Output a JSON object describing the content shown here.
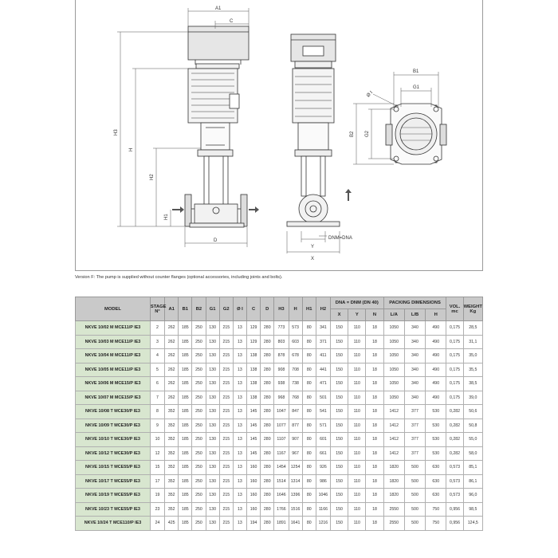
{
  "drawing": {
    "dimension_labels": {
      "A1": "A1",
      "C": "C",
      "H3": "H3",
      "H": "H",
      "H2": "H2",
      "H1": "H1",
      "D": "D",
      "Y": "Y",
      "X": "X",
      "DNM": "DNM=DNA",
      "B1": "B1",
      "G1": "G1",
      "B2": "B2",
      "G2": "G2",
      "OI": "Ø I"
    }
  },
  "note": "Version F: The pump is supplied without counter flanges (optional accessories, including joints and bolts).",
  "table": {
    "header_top": {
      "model": "MODEL",
      "stage": "STAGE N°",
      "dims": [
        "A1",
        "B1",
        "B2",
        "G1",
        "G2",
        "Ø I",
        "C",
        "D",
        "H3",
        "H",
        "H1",
        "H2"
      ],
      "dna": "DNA = DNM (DN 40)",
      "packing": "PACKING DIMENSIONS",
      "vol": "VOL. mc",
      "weight": "WEIGHT Kg"
    },
    "header_sub": {
      "dna": [
        "X",
        "Y",
        "N"
      ],
      "packing": [
        "L/A",
        "L/B",
        "H"
      ]
    },
    "rows": [
      [
        "NKVE 10/02 M MCE11/P IE3",
        "2",
        "262",
        "185",
        "250",
        "130",
        "215",
        "13",
        "129",
        "280",
        "773",
        "573",
        "80",
        "341",
        "150",
        "110",
        "18",
        "1050",
        "340",
        "490",
        "0,175",
        "28,5"
      ],
      [
        "NKVE 10/03 M MCE11/P IE3",
        "3",
        "262",
        "185",
        "250",
        "130",
        "215",
        "13",
        "129",
        "280",
        "803",
        "603",
        "80",
        "371",
        "150",
        "110",
        "18",
        "1050",
        "340",
        "490",
        "0,175",
        "31,1"
      ],
      [
        "NKVE 10/04 M MCE11/P IE3",
        "4",
        "262",
        "185",
        "250",
        "130",
        "215",
        "13",
        "138",
        "280",
        "878",
        "678",
        "80",
        "411",
        "150",
        "110",
        "18",
        "1050",
        "340",
        "490",
        "0,175",
        "35,0"
      ],
      [
        "NKVE 10/05 M MCE11/P IE3",
        "5",
        "262",
        "185",
        "250",
        "130",
        "215",
        "13",
        "138",
        "280",
        "908",
        "708",
        "80",
        "441",
        "150",
        "110",
        "18",
        "1050",
        "340",
        "490",
        "0,175",
        "35,5"
      ],
      [
        "NKVE 10/06 M MCE15/P IE3",
        "6",
        "262",
        "185",
        "250",
        "130",
        "215",
        "13",
        "138",
        "280",
        "938",
        "738",
        "80",
        "471",
        "150",
        "110",
        "18",
        "1050",
        "340",
        "490",
        "0,175",
        "38,5"
      ],
      [
        "NKVE 10/07 M MCE15/P IE3",
        "7",
        "262",
        "185",
        "250",
        "130",
        "215",
        "13",
        "138",
        "280",
        "968",
        "768",
        "80",
        "501",
        "150",
        "110",
        "18",
        "1050",
        "340",
        "490",
        "0,175",
        "39,0"
      ],
      [
        "NKVE 10/08 T MCE30/P IE3",
        "8",
        "352",
        "185",
        "250",
        "130",
        "215",
        "13",
        "145",
        "280",
        "1047",
        "847",
        "80",
        "541",
        "150",
        "110",
        "18",
        "1412",
        "377",
        "530",
        "0,282",
        "50,6"
      ],
      [
        "NKVE 10/09 T MCE30/P IE3",
        "9",
        "352",
        "185",
        "250",
        "130",
        "215",
        "13",
        "145",
        "280",
        "1077",
        "877",
        "80",
        "571",
        "150",
        "110",
        "18",
        "1412",
        "377",
        "530",
        "0,282",
        "50,8"
      ],
      [
        "NKVE 10/10 T MCE30/P IE3",
        "10",
        "352",
        "185",
        "250",
        "130",
        "215",
        "13",
        "145",
        "280",
        "1107",
        "907",
        "80",
        "601",
        "150",
        "110",
        "18",
        "1412",
        "377",
        "530",
        "0,282",
        "55,0"
      ],
      [
        "NKVE 10/12 T MCE30/P IE3",
        "12",
        "352",
        "185",
        "250",
        "130",
        "215",
        "13",
        "145",
        "280",
        "1167",
        "967",
        "80",
        "661",
        "150",
        "110",
        "18",
        "1412",
        "377",
        "530",
        "0,282",
        "58,0"
      ],
      [
        "NKVE 10/15 T MCE55/P IE3",
        "15",
        "352",
        "185",
        "250",
        "130",
        "215",
        "13",
        "160",
        "280",
        "1454",
        "1254",
        "80",
        "926",
        "150",
        "110",
        "18",
        "1820",
        "500",
        "630",
        "0,573",
        "85,1"
      ],
      [
        "NKVE 10/17 T MCE55/P IE3",
        "17",
        "352",
        "185",
        "250",
        "130",
        "215",
        "13",
        "160",
        "280",
        "1514",
        "1314",
        "80",
        "986",
        "150",
        "110",
        "18",
        "1820",
        "500",
        "630",
        "0,573",
        "86,1"
      ],
      [
        "NKVE 10/19 T MCE55/P IE3",
        "19",
        "352",
        "185",
        "250",
        "130",
        "215",
        "13",
        "160",
        "280",
        "1646",
        "1396",
        "80",
        "1046",
        "150",
        "110",
        "18",
        "1820",
        "500",
        "630",
        "0,573",
        "96,0"
      ],
      [
        "NKVE 10/23 T MCE55/P IE3",
        "23",
        "352",
        "185",
        "250",
        "130",
        "215",
        "13",
        "160",
        "280",
        "1766",
        "1516",
        "80",
        "1166",
        "150",
        "110",
        "18",
        "2550",
        "500",
        "750",
        "0,956",
        "98,5"
      ],
      [
        "NKVE 10/24 T MCE110/P IE3",
        "24",
        "425",
        "185",
        "250",
        "130",
        "215",
        "13",
        "194",
        "280",
        "1891",
        "1641",
        "80",
        "1216",
        "150",
        "110",
        "18",
        "2550",
        "500",
        "750",
        "0,956",
        "124,5"
      ]
    ]
  }
}
